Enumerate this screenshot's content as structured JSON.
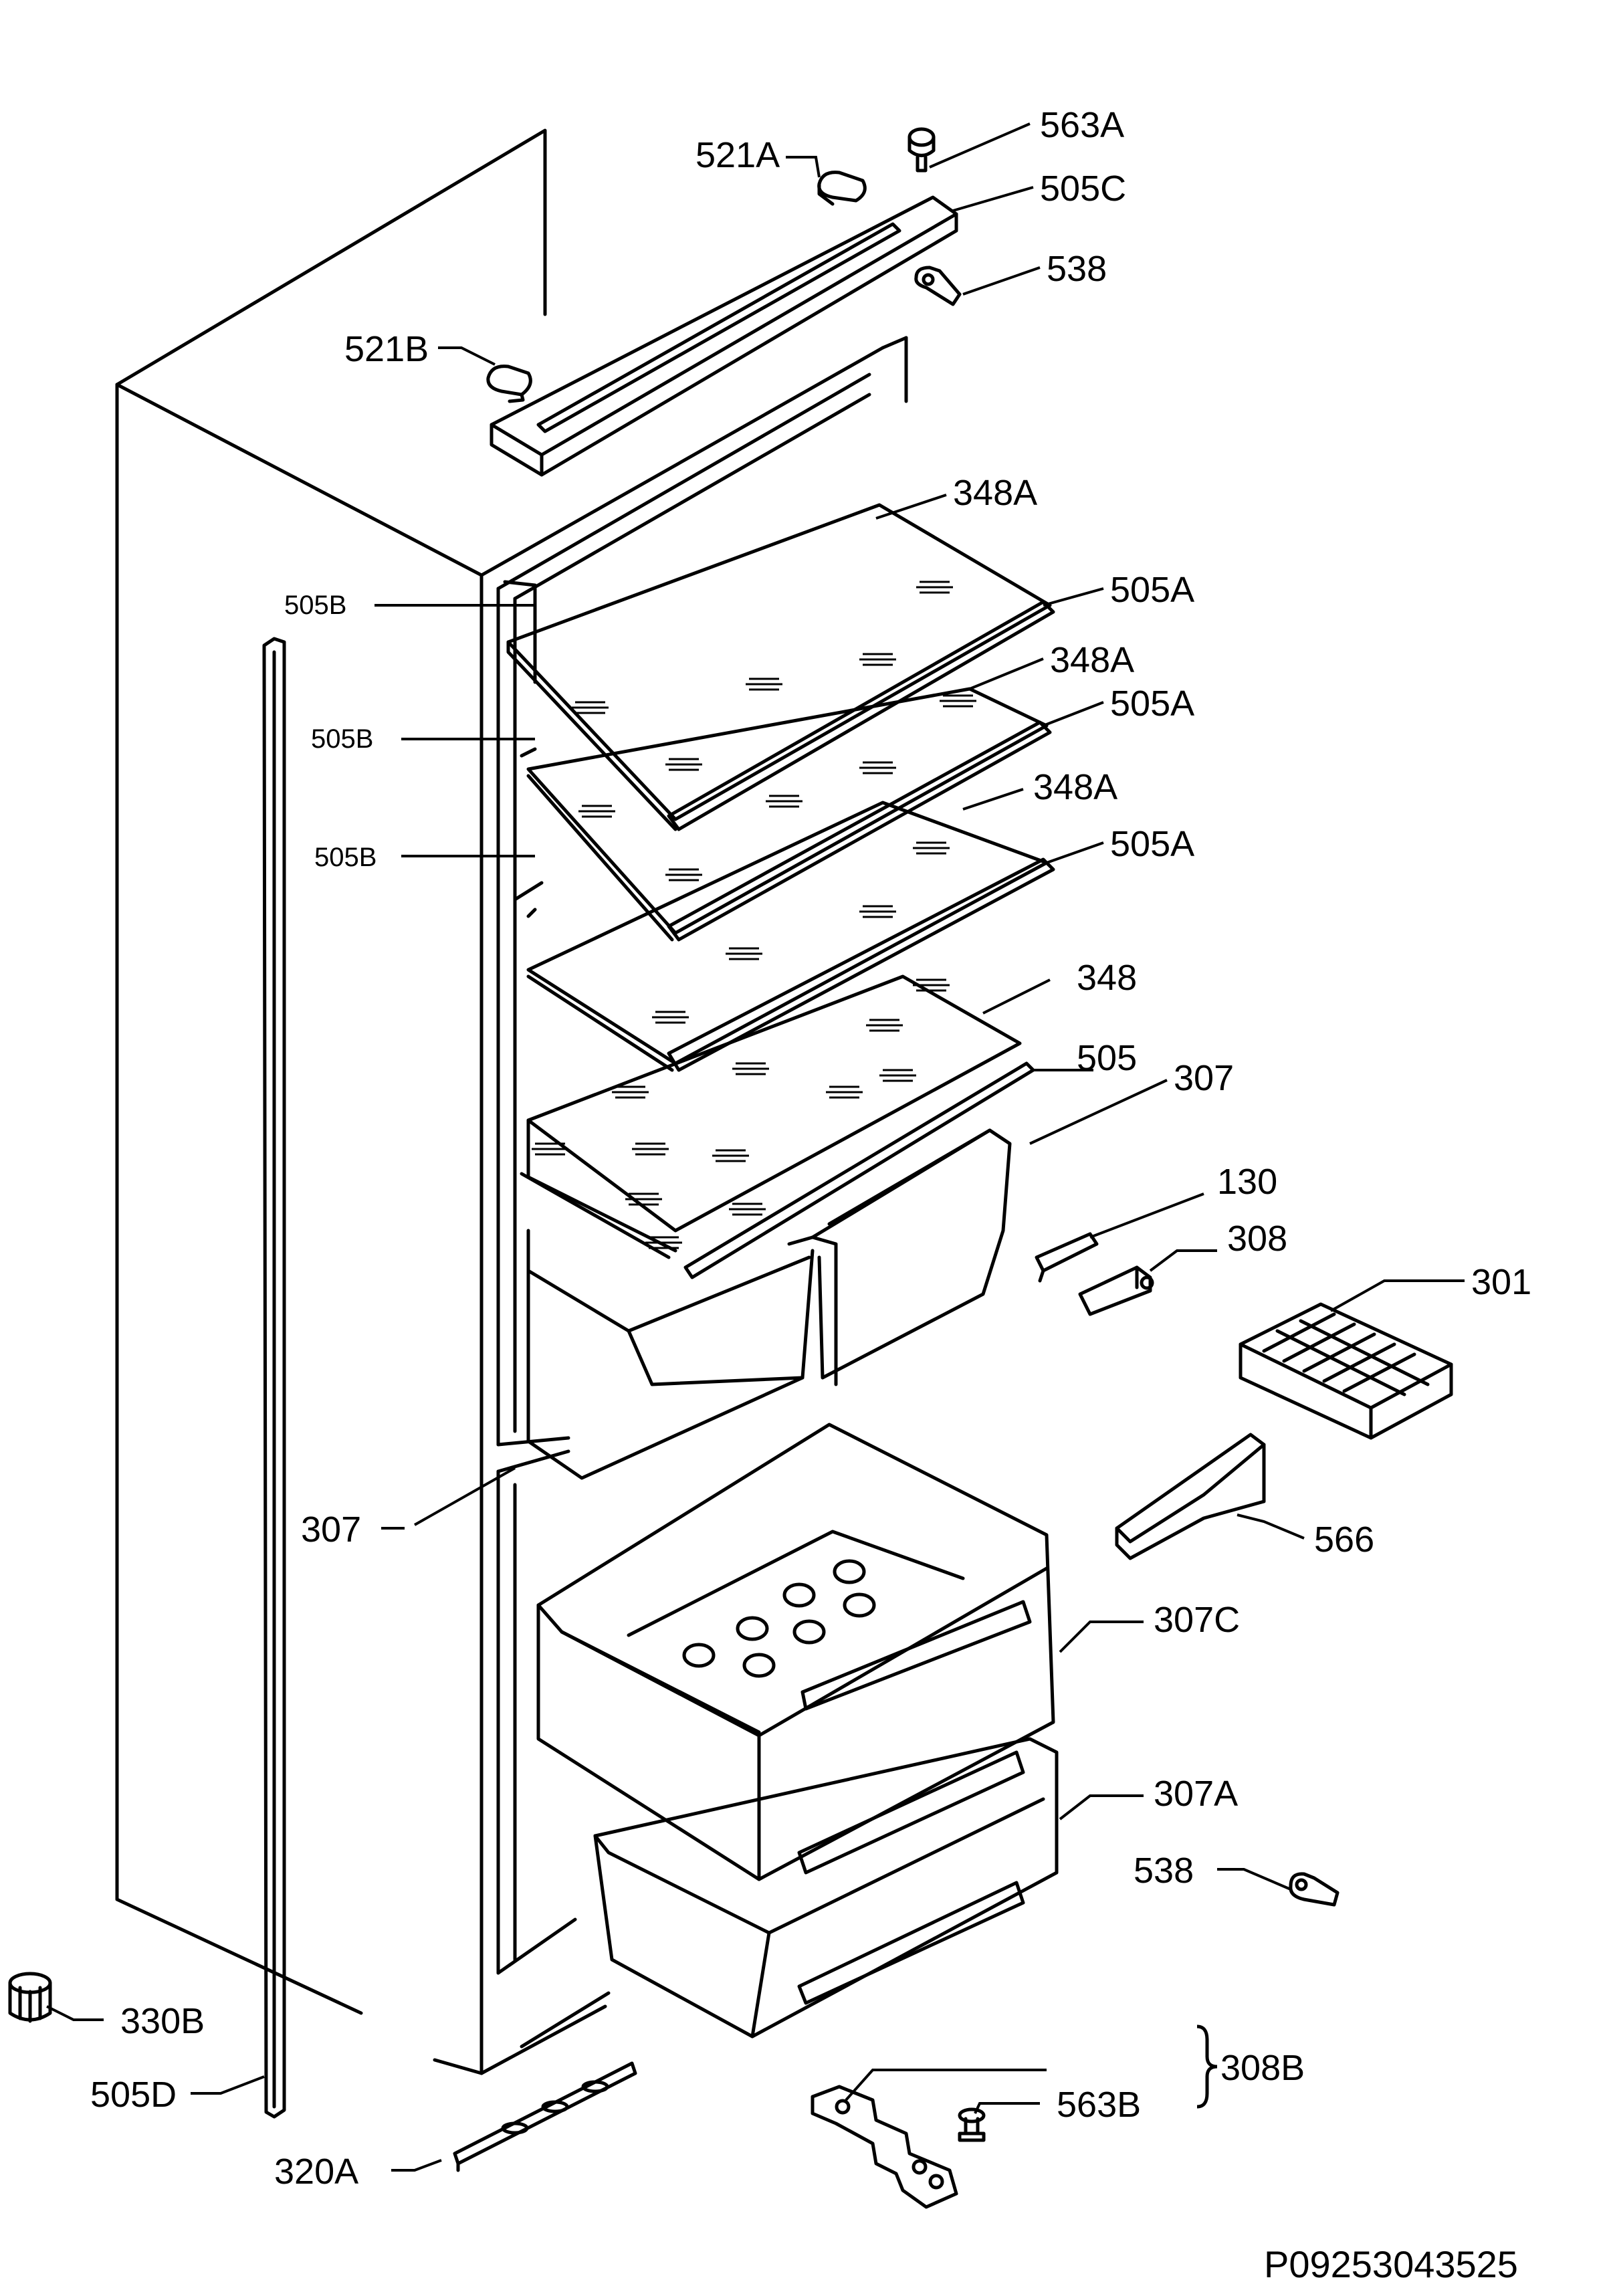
{
  "diagram": {
    "document_number": "P09253043525",
    "labels": {
      "l563A": "563A",
      "l521A": "521A",
      "l505C": "505C",
      "l538_top": "538",
      "l521B": "521B",
      "l348A_1": "348A",
      "l505A_1": "505A",
      "l505B_1": "505B",
      "l348A_2": "348A",
      "l505A_2": "505A",
      "l505B_2": "505B",
      "l348A_3": "348A",
      "l505A_3": "505A",
      "l505B_3": "505B",
      "l348": "348",
      "l505": "505",
      "l307_top": "307",
      "l130": "130",
      "l308": "308",
      "l301": "301",
      "l307_left": "307",
      "l566": "566",
      "l307C": "307C",
      "l307A": "307A",
      "l538_bottom": "538",
      "l330B": "330B",
      "l505D": "505D",
      "l563B": "563B",
      "l308B": "308B",
      "l320A": "320A"
    }
  }
}
